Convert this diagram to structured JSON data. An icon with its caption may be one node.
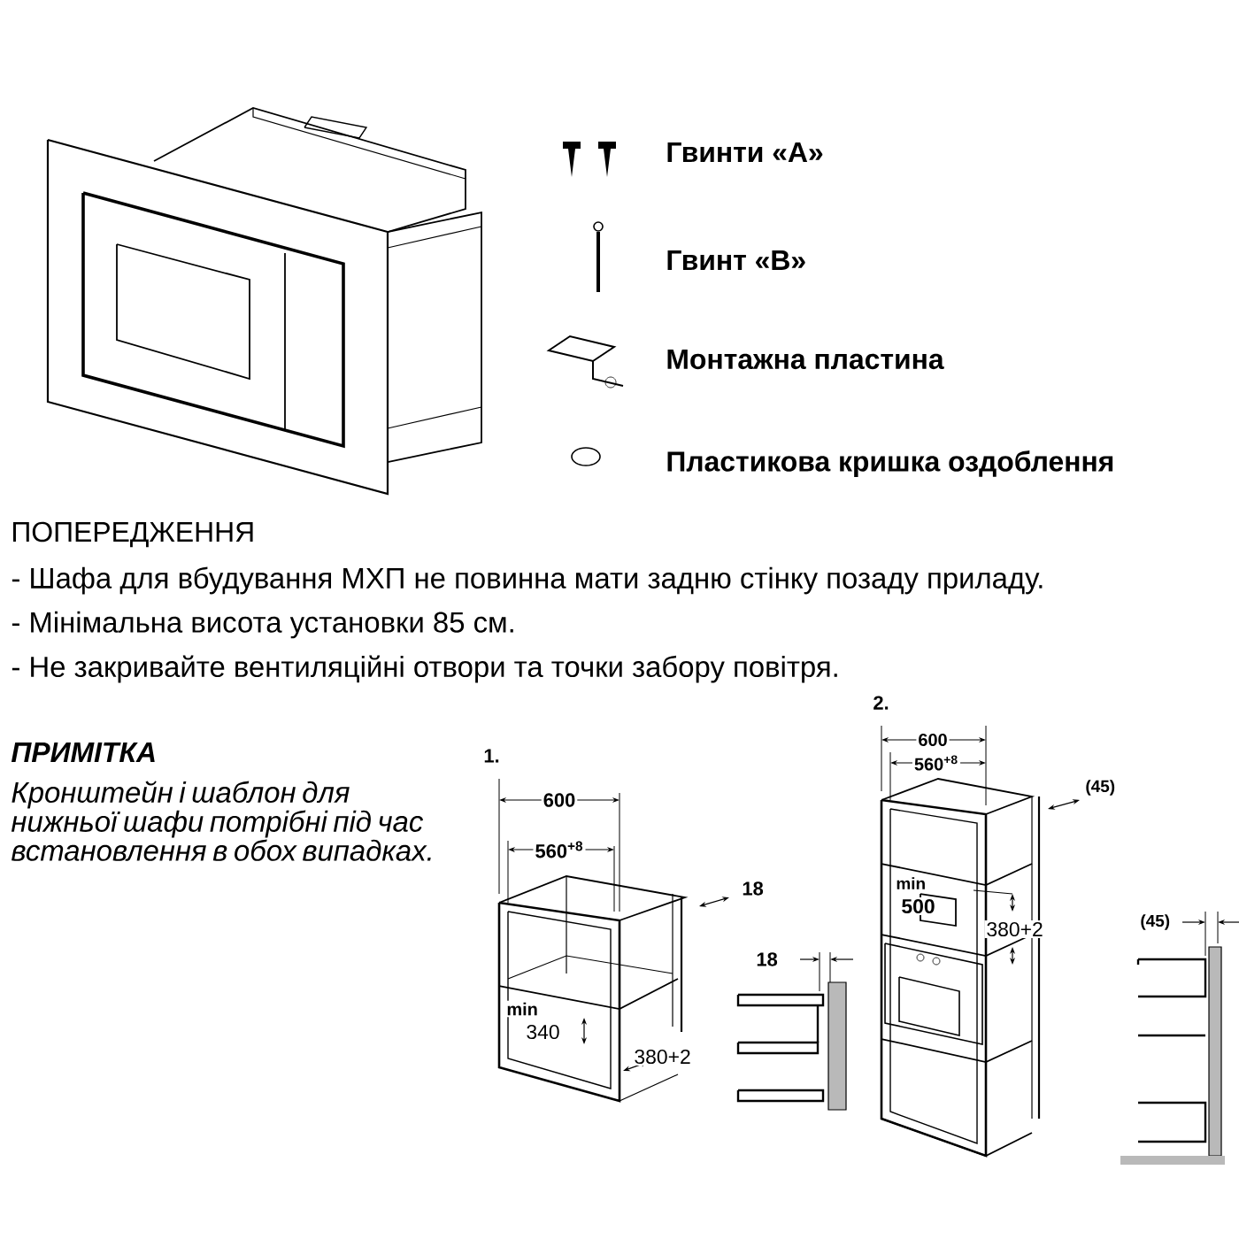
{
  "diagram": {
    "labels": [
      "Гвинти «А»",
      "Гвинт «В»",
      "Монтажна пластина",
      "Пластикова кришка оздоблення",
      "ПОПЕРЕДЖЕННЯ",
      "- Шафа для вбудування МХП не повинна мати задню стінку позаду приладу.",
      "- Мінімальна висота установки 85 см.",
      "- Не закривайте вентиляційні отвори та точки забору повітря.",
      "ПРИМІТКА",
      "Кронштейн і шаблон для нижньої шафи потрібні під час встановлення в обох випадках.",
      "1.",
      "600",
      "560$^{+8}$",
      "18",
      "min",
      "340",
      "380+2",
      "18",
      "2.",
      "600",
      "560$^{+8}$",
      "(45)",
      "min",
      "500",
      "380+2",
      "(45)"
    ]
  }
}
